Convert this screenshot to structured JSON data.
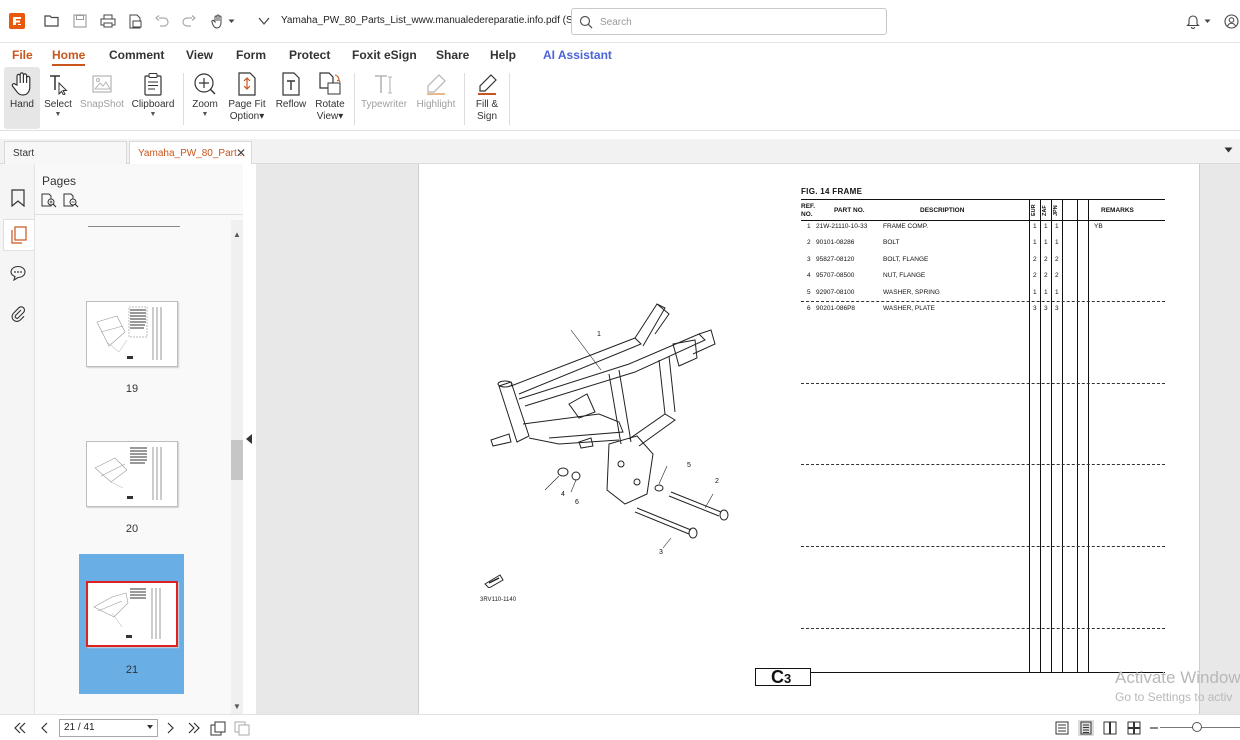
{
  "titlebar": {
    "document_title": "Yamaha_PW_80_Parts_List_www.manualedereparatie.info.pdf (S...",
    "search_placeholder": "Search"
  },
  "menu": {
    "items": [
      "File",
      "Home",
      "Comment",
      "View",
      "Form",
      "Protect",
      "Foxit eSign",
      "Share",
      "Help",
      "AI Assistant"
    ],
    "active": "Home"
  },
  "ribbon": {
    "hand": "Hand",
    "select": "Select",
    "snapshot": "SnapShot",
    "clipboard": "Clipboard",
    "zoom": "Zoom",
    "page_fit_1": "Page Fit",
    "page_fit_2": "Option",
    "reflow": "Reflow",
    "rotate_1": "Rotate",
    "rotate_2": "View",
    "typewriter": "Typewriter",
    "highlight": "Highlight",
    "fill_sign_1": "Fill &",
    "fill_sign_2": "Sign"
  },
  "tabs": {
    "start": "Start",
    "document": "Yamaha_PW_80_Part..."
  },
  "pages_panel": {
    "title": "Pages",
    "thumbnails": [
      {
        "label": "19"
      },
      {
        "label": "20"
      },
      {
        "label": "21",
        "selected": true
      }
    ]
  },
  "document_page": {
    "fig_title": "FIG.  14   FRAME",
    "headers": {
      "ref_1": "REF.",
      "ref_2": "NO.",
      "part_no": "PART NO.",
      "description": "DESCRIPTION",
      "col_a": "EUR",
      "col_b": "ZAF",
      "col_c": "JPN",
      "remarks": "REMARKS"
    },
    "rows": [
      {
        "ref": "1",
        "part": "21W-21110-10-33",
        "desc": "FRAME COMP.",
        "q1": "1",
        "q2": "1",
        "q3": "1",
        "remarks": "YB"
      },
      {
        "ref": "2",
        "part": "90101-08286",
        "desc": "BOLT",
        "q1": "1",
        "q2": "1",
        "q3": "1",
        "remarks": ""
      },
      {
        "ref": "3",
        "part": "95827-08120",
        "desc": "BOLT, FLANGE",
        "q1": "2",
        "q2": "2",
        "q3": "2",
        "remarks": ""
      },
      {
        "ref": "4",
        "part": "95707-08500",
        "desc": "NUT, FLANGE",
        "q1": "2",
        "q2": "2",
        "q3": "2",
        "remarks": ""
      },
      {
        "ref": "5",
        "part": "92907-08100",
        "desc": "WASHER, SPRING",
        "q1": "1",
        "q2": "1",
        "q3": "1",
        "remarks": ""
      },
      {
        "ref": "6",
        "part": "90201-086P8",
        "desc": "WASHER, PLATE",
        "q1": "3",
        "q2": "3",
        "q3": "3",
        "remarks": ""
      }
    ],
    "callouts": [
      "1",
      "2",
      "3",
      "4",
      "5",
      "6"
    ],
    "figure_code": "3RV110-1140",
    "section_code": "C",
    "section_sub": "3"
  },
  "watermark": {
    "line1": "Activate Window",
    "line2": "Go to Settings to activ"
  },
  "statusbar": {
    "page_indicator": "21 / 41"
  },
  "colors": {
    "accent": "#c8551c",
    "ai": "#4b63d8",
    "selection": "#6aaee6",
    "selected_border": "#dd2222"
  }
}
